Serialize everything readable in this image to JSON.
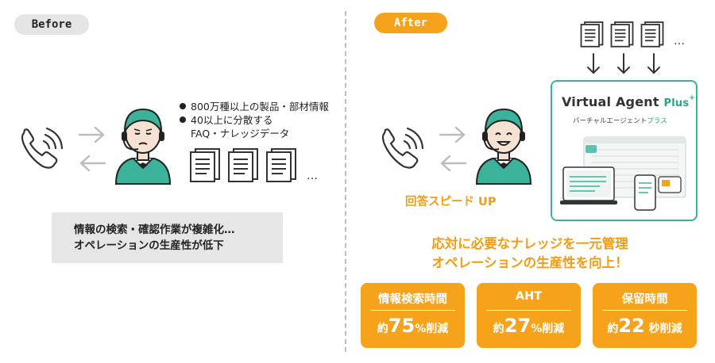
{
  "before": {
    "tag": "Before",
    "bullets": [
      "800万種以上の製品・部材情報",
      "40以上に分散する",
      "FAQ・ナレッジデータ"
    ],
    "ellipsis": "…",
    "problem_lines": [
      "情報の検索・確認作業が複雑化…",
      "オペレーションの生産性が低下"
    ]
  },
  "after": {
    "tag": "After",
    "ellipsis": "…",
    "speed_label": "回答スピード UP",
    "product": {
      "name_main": "Virtual Agent",
      "name_plus": "Plus",
      "name_star": "+",
      "sub_main": "バーチャルエージェント",
      "sub_plus": "プラス"
    },
    "headline": [
      "応対に必要なナレッジを一元管理",
      "オペレーションの生産性を向上！"
    ],
    "stats": [
      {
        "label": "情報検索時間",
        "prefix": "約",
        "number": "75",
        "suffix": "%削減"
      },
      {
        "label": "AHT",
        "prefix": "約",
        "number": "27",
        "suffix": "%削減"
      },
      {
        "label": "保留時間",
        "prefix": "約",
        "number": "22",
        "suffix": " 秒削減"
      }
    ]
  },
  "colors": {
    "accent": "#f7a21b",
    "teal": "#3bb39b",
    "gray": "#e6e6e6"
  }
}
